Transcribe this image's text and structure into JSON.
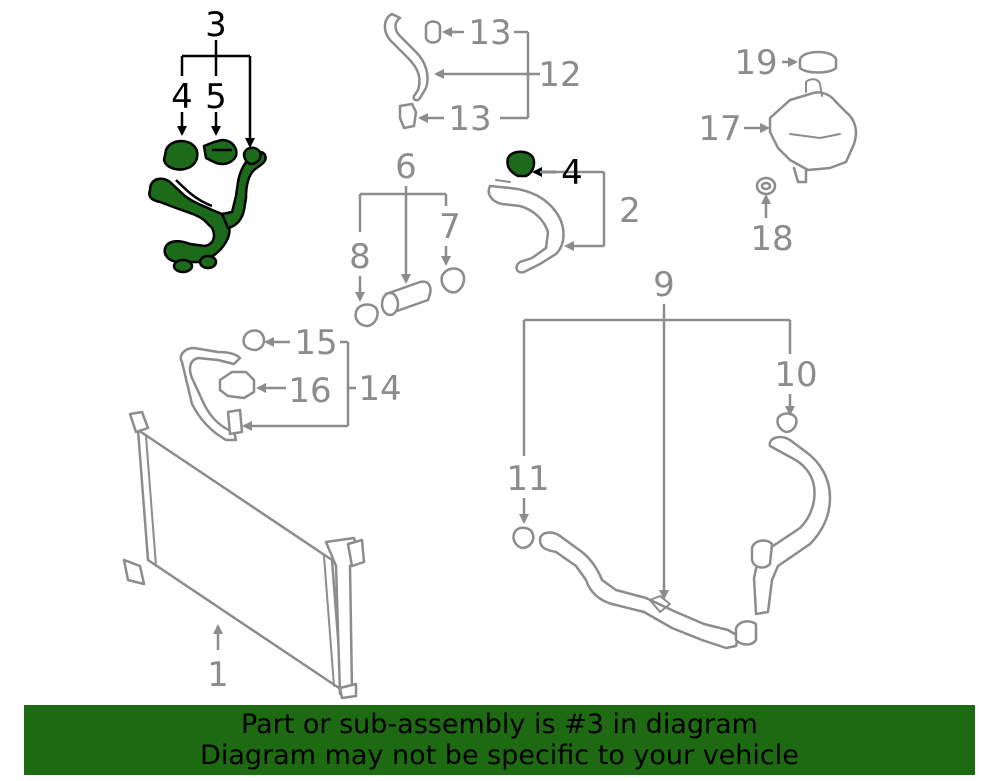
{
  "diagram": {
    "highlight_color": "#1b6b1b",
    "line_color": "#8c8c8c",
    "highlighted_part": "3",
    "callouts": [
      {
        "id": "c3",
        "label": "3"
      },
      {
        "id": "c4a",
        "label": "4"
      },
      {
        "id": "c5",
        "label": "5"
      },
      {
        "id": "c4b",
        "label": "4"
      },
      {
        "id": "c2",
        "label": "2"
      },
      {
        "id": "c6",
        "label": "6"
      },
      {
        "id": "c7",
        "label": "7"
      },
      {
        "id": "c8",
        "label": "8"
      },
      {
        "id": "c12",
        "label": "12"
      },
      {
        "id": "c13a",
        "label": "13"
      },
      {
        "id": "c13b",
        "label": "13"
      },
      {
        "id": "c19",
        "label": "19"
      },
      {
        "id": "c17",
        "label": "17"
      },
      {
        "id": "c18",
        "label": "18"
      },
      {
        "id": "c9",
        "label": "9"
      },
      {
        "id": "c10",
        "label": "10"
      },
      {
        "id": "c11",
        "label": "11"
      },
      {
        "id": "c15",
        "label": "15"
      },
      {
        "id": "c16",
        "label": "16"
      },
      {
        "id": "c14",
        "label": "14"
      },
      {
        "id": "c1",
        "label": "1"
      }
    ]
  },
  "footer": {
    "line1": "Part or sub-assembly is #3 in diagram",
    "line2": "Diagram may not be specific to your vehicle"
  }
}
